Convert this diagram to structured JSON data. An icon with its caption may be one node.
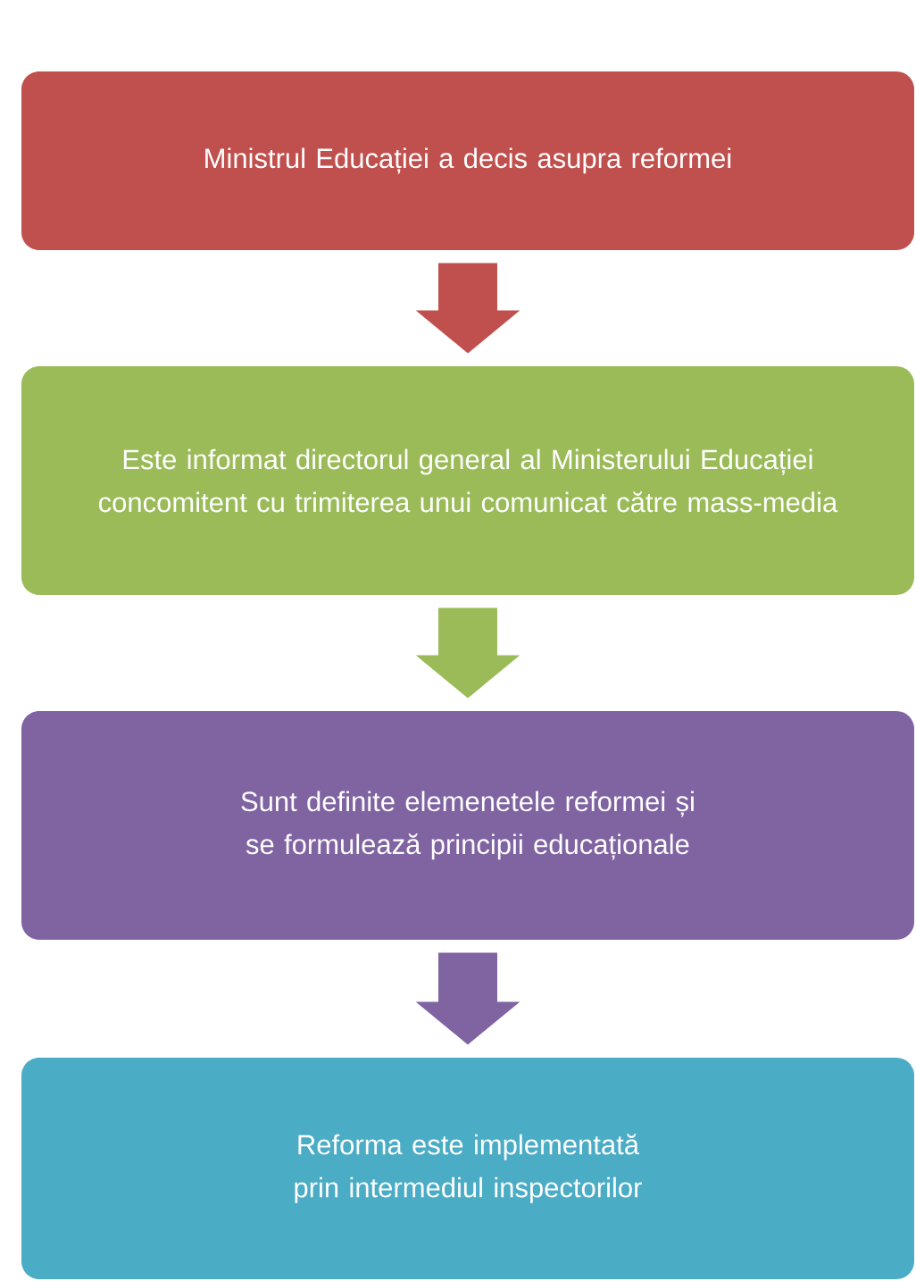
{
  "diagram": {
    "nodes": [
      {
        "text": [
          "Ministrul Educației a decis asupra reformei"
        ]
      },
      {
        "text": [
          "Este informat directorul general al Ministerului Educației concomitent cu trimiterea unui comunicat către mass-media"
        ]
      },
      {
        "text": [
          "Sunt definite elemenetele reformei și se formulează principii educaționale"
        ]
      },
      {
        "text": [
          "Reforma este implementată prin intermediul inspectorilor"
        ]
      }
    ],
    "edges": [
      {
        "from": 0,
        "to": 1,
        "arrow": "to",
        "color": "#c0504d"
      },
      {
        "from": 1,
        "to": 2,
        "arrow": "to",
        "color": "#9bbb59"
      },
      {
        "from": 2,
        "to": 3,
        "arrow": "to",
        "color": "#8064a2"
      }
    ]
  }
}
